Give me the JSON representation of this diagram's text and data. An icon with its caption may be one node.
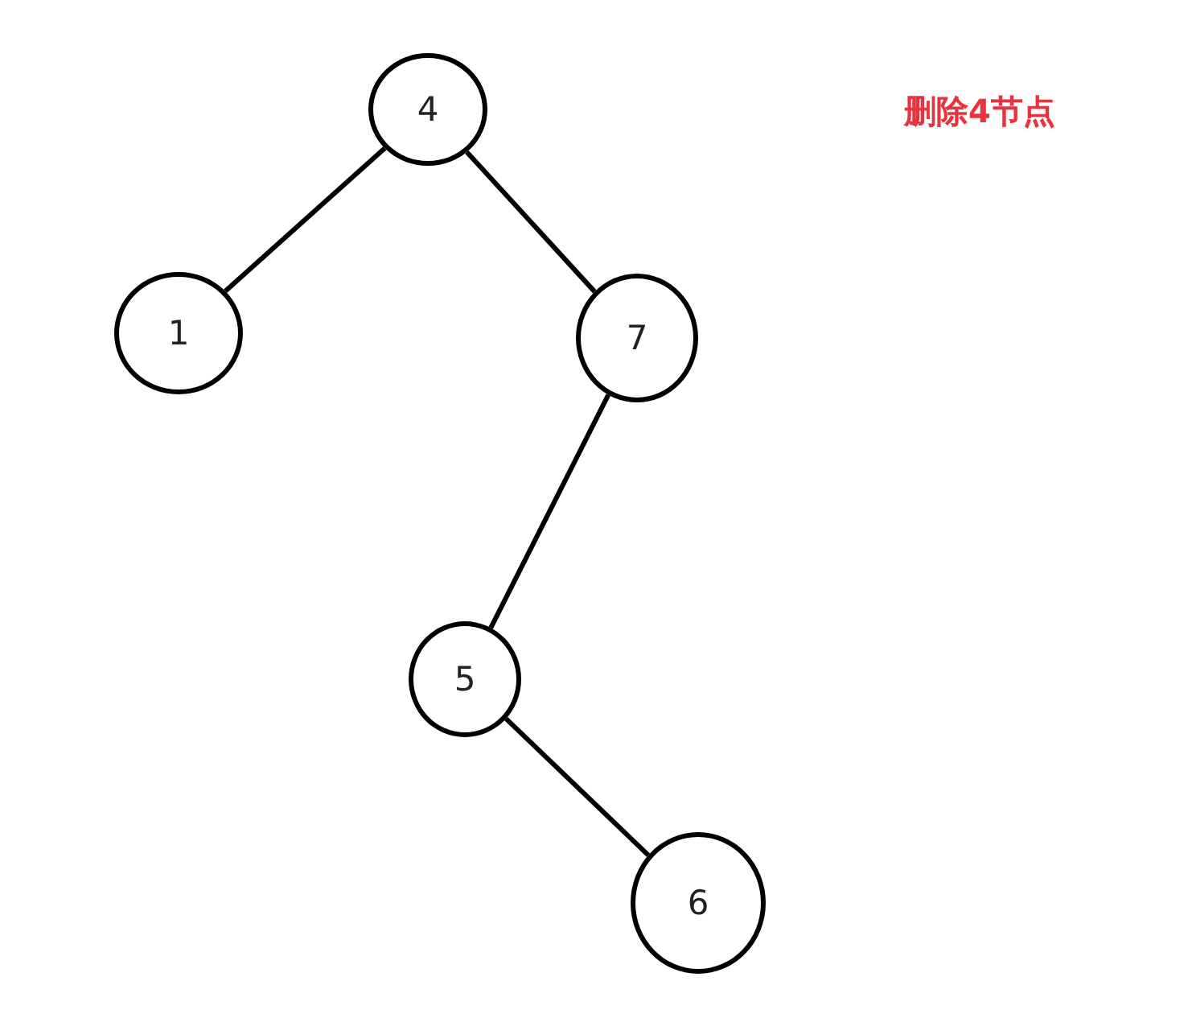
{
  "diagram": {
    "nodes": [
      {
        "text": [
          "4"
        ]
      },
      {
        "text": [
          "1"
        ]
      },
      {
        "text": [
          "7"
        ]
      },
      {
        "text": [
          "5"
        ]
      },
      {
        "text": [
          "6"
        ]
      }
    ],
    "edges": [
      {
        "from": 0,
        "to": 1,
        "arrow": "none"
      },
      {
        "from": 0,
        "to": 2,
        "arrow": "none"
      },
      {
        "from": 2,
        "to": 3,
        "arrow": "none"
      },
      {
        "from": 3,
        "to": 4,
        "arrow": "none"
      }
    ],
    "labels": [
      "删除4节点"
    ]
  }
}
